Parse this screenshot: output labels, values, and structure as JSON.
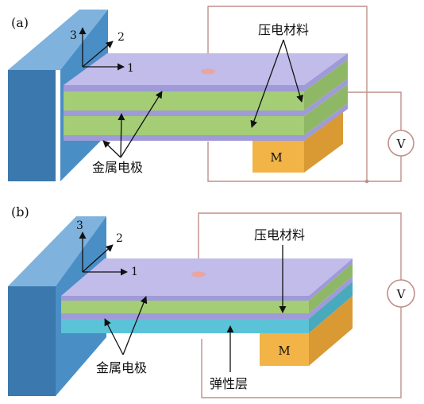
{
  "panels": [
    {
      "label": "(a)",
      "axes": {
        "axis_3": "3",
        "axis_2": "2",
        "axis_1": "1"
      },
      "piezo_label": "压电材料",
      "electrode_label": "金属电极",
      "mass_label": "M",
      "voltmeter_label": "V"
    },
    {
      "label": "(b)",
      "axes": {
        "axis_3": "3",
        "axis_2": "2",
        "axis_1": "1"
      },
      "piezo_label": "压电材料",
      "electrode_label": "金属电极",
      "elastic_label": "弹性层",
      "mass_label": "M",
      "voltmeter_label": "V"
    }
  ],
  "colors": {
    "clamp_front": "#4a8ec6",
    "clamp_top": "#7fb2dd",
    "clamp_side": "#3b78ad",
    "electrode": "#9f9ad8",
    "electrode_top": "#c1bcea",
    "piezo": "#a4cd76",
    "piezo_side": "#8eb865",
    "elastic": "#5bc3d8",
    "elastic_side": "#49a9bd",
    "mass_front": "#f2b347",
    "mass_side": "#d99a34",
    "wire": "#c0908a",
    "contact": "#e9a5a0"
  }
}
